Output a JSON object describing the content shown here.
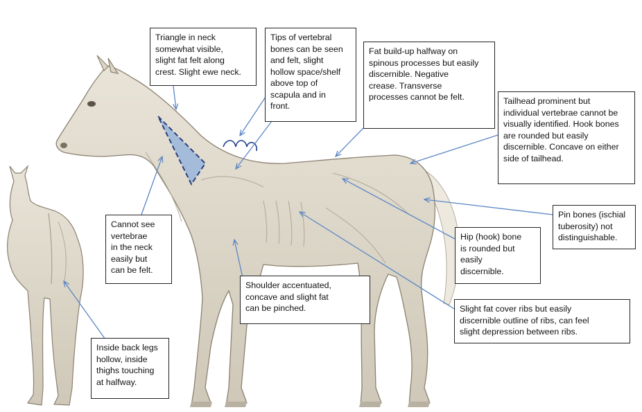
{
  "diagram": {
    "annotations": {
      "neck_triangle": "Triangle in neck\nsomewhat visible,\nslight fat felt along\ncrest. Slight ewe neck.",
      "vertebral_tips": "Tips of vertebral\nbones can be seen\nand felt, slight\nhollow space/shelf\nabove top of\nscapula and in\nfront.",
      "spinous_fat": "Fat build-up halfway on\nspinous processes but easily\ndiscernible.  Negative\ncrease. Transverse\nprocesses cannot be felt.",
      "tailhead": "Tailhead prominent but\nindividual vertebrae cannot be\nvisually identified. Hook bones\nare rounded but easily\ndiscernible. Concave on either\nside of tailhead.",
      "neck_vertebrae": "Cannot see\nvertebrae\nin the neck\neasily but\ncan be  felt.",
      "shoulder": "Shoulder accentuated,\nconcave and slight fat\ncan be pinched.",
      "pin_bones": "Pin bones (ischial\ntuberosity) not\ndistinguishable.",
      "hip_bone": "Hip (hook) bone\nis rounded but\neasily\ndiscernible.",
      "ribs": "Slight fat cover ribs but easily\ndiscernible outline of ribs, can feel\nslight depression between ribs.",
      "back_legs": "Inside back legs\nhollow, inside\nthighs touching\nat halfway."
    },
    "colors": {
      "horse_fill": "#e3ddd0",
      "horse_shade": "#c9c2b2",
      "outline": "#8a8070",
      "pointer": "#5b86c4",
      "triangle_fill": "#8fb0dc"
    }
  }
}
